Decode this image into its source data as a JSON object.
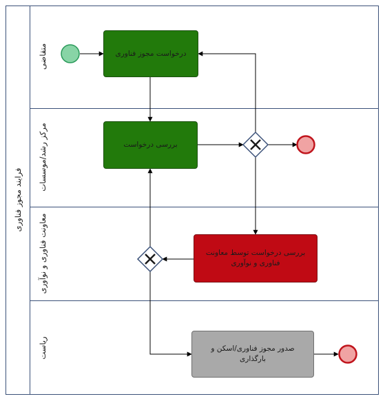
{
  "pool": {
    "label": "فرایند مجوز فناوری"
  },
  "lanes": [
    {
      "id": "applicant",
      "label": "متقاضی"
    },
    {
      "id": "growth-center",
      "label": "مرکز رشد/موسسات"
    },
    {
      "id": "deputy",
      "label": "معاونت فناوری و نوآوری"
    },
    {
      "id": "presidency",
      "label": "ریاست"
    }
  ],
  "tasks": {
    "request": "درخواست مجوز فناوری",
    "review": "بررسی درخواست",
    "deputy_review": "بررسی درخواست توسط معاونت فناوری و نوآوری",
    "issue": "صدور مجوز فناوری/اسکن و بارگذاری"
  },
  "colors": {
    "task_green": "#227a0b",
    "task_red": "#c00a14",
    "task_grey": "#a9a9a9",
    "start_event": "#88d4a6",
    "end_event": "#f0a3a3",
    "end_event_border": "#c0141c",
    "gateway_border": "#3a5078",
    "lane_border": "#3a5078"
  },
  "icons": {
    "gateway": "exclusive-gateway-x-icon",
    "start": "start-event-circle-icon",
    "end": "end-event-circle-icon"
  }
}
